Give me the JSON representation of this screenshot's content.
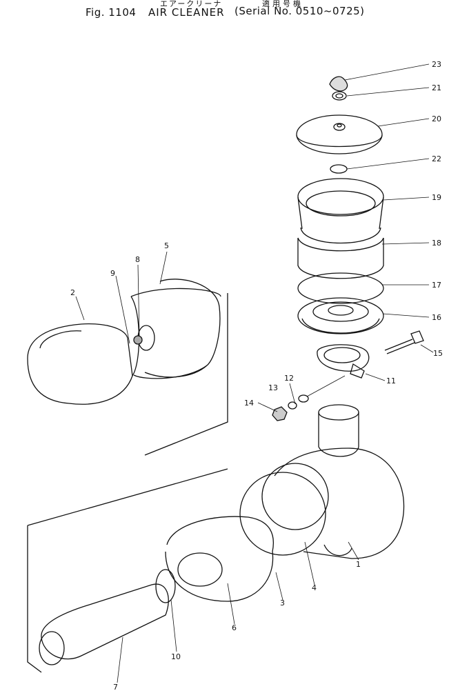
{
  "header": {
    "jp_name": "エアークリーナ",
    "jp_serial": "適用号機",
    "fig_no": "Fig. 1104",
    "title": "AIR CLEANER",
    "serial": "(Serial No. 0510~0725)"
  },
  "callouts": [
    "23",
    "21",
    "20",
    "22",
    "19",
    "18",
    "17",
    "16",
    "15",
    "11",
    "12",
    "13",
    "14",
    "8",
    "5",
    "9",
    "2",
    "1",
    "4",
    "3",
    "6",
    "10",
    "7"
  ]
}
